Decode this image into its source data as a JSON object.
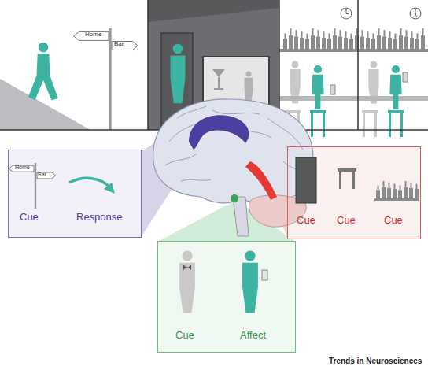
{
  "diagram": {
    "nodes": [
      {
        "text": [
          "Cue",
          "Response"
        ]
      },
      {
        "text": [
          "Cue",
          "Cue",
          "Cue"
        ]
      },
      {
        "text": [
          "Cue",
          "Affect"
        ]
      }
    ],
    "labels": [
      "Home",
      "Bar",
      "Home",
      "Bar",
      "Trends in Neurosciences"
    ]
  }
}
